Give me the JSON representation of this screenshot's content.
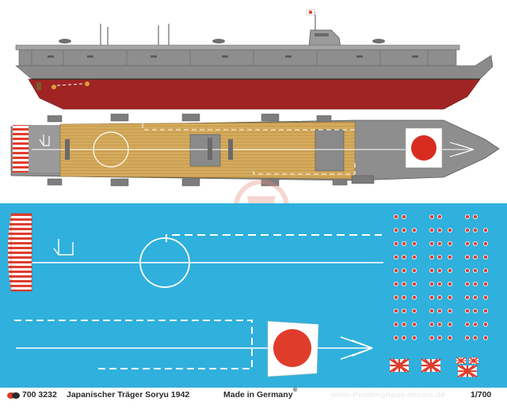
{
  "footer": {
    "product_code": "700 3232",
    "title": "Japanischer Träger Soryu 1942",
    "made_in": "Made in Germany",
    "registered": "®",
    "website": "www.Peddinghaus-decals.de",
    "scale": "1/700"
  },
  "colors": {
    "decal_sheet_blue": "#30b0dc",
    "hull_grey": "#8e8e8e",
    "hull_red": "#a22424",
    "deck_wood": "#d2a85a",
    "marking_red": "#e03c2c",
    "marking_white": "#ffffff"
  },
  "icons": {
    "logo": "peddinghaus-logo-icon",
    "watermark": "peddinghaus-watermark-icon"
  }
}
